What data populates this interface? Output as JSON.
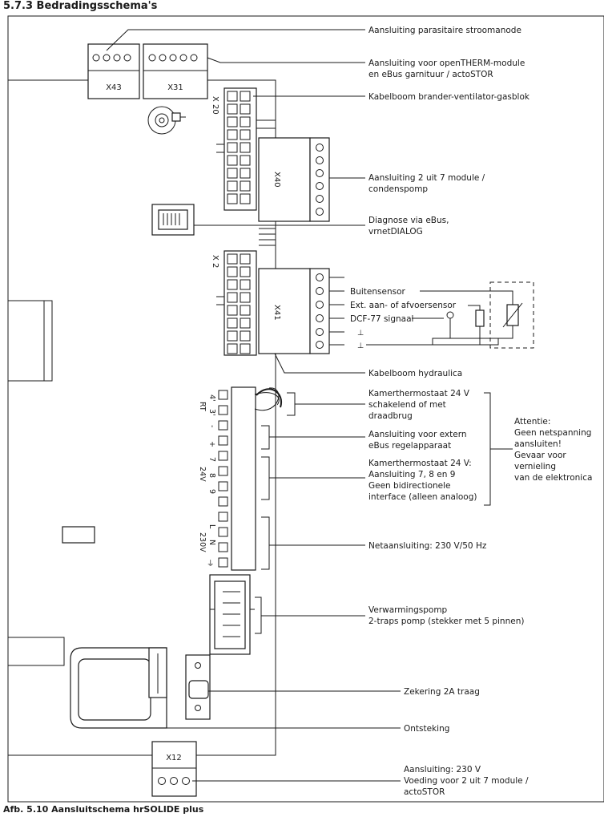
{
  "header": {
    "section_title": "5.7.3 Bedradingsschema's"
  },
  "figure_caption": "Afb. 5.10 Aansluitschema hrSOLIDE plus",
  "connectors": {
    "x43": "X43",
    "x31": "X31",
    "x20": "X 20",
    "x40": "X40",
    "x2": "X 2",
    "x41": "X41",
    "x12": "X12"
  },
  "labels": {
    "stroomanode": "Aansluiting parasitaire stroomanode",
    "opentherm_1": "Aansluiting voor openTHERM-module",
    "opentherm_2": "en eBus garnituur / actoSTOR",
    "kabelboom_brander": "Kabelboom brander-ventilator-gasblok",
    "module27_1": "Aansluiting 2 uit 7 module /",
    "module27_2": "condenspomp",
    "diagnose_1": "Diagnose via eBus,",
    "diagnose_2": "vrnetDIALOG",
    "buitensensor": "Buitensensor",
    "ext_sensor": "Ext. aan- of afvoersensor",
    "dcf77": "DCF-77 signaal",
    "kabelboom_hydraulica": "Kabelboom hydraulica",
    "kamerthermo24_1": "Kamerthermostaat 24 V",
    "kamerthermo24_2": "schakelend of met",
    "kamerthermo24_3": "draadbrug",
    "ebus_1": "Aansluiting voor extern",
    "ebus_2": "eBus regelapparaat",
    "kamerthermo789_1": "Kamerthermostaat 24 V:",
    "kamerthermo789_2": "Aansluiting 7, 8 en 9",
    "kamerthermo789_3": "Geen bidirectionele",
    "kamerthermo789_4": "interface (alleen analoog)",
    "attentie_1": "Attentie:",
    "attentie_2": "Geen netspanning",
    "attentie_3": "aansluiten!",
    "attentie_4": "Gevaar voor",
    "attentie_5": "vernieling",
    "attentie_6": "van de elektronica",
    "netaansluiting": "Netaansluiting: 230 V/50 Hz",
    "pomp_1": "Verwarmingspomp",
    "pomp_2": "2-traps pomp (stekker met 5 pinnen)",
    "zekering": "Zekering 2A traag",
    "ontsteking": "Ontsteking",
    "aansl230_1": "Aansluiting: 230 V",
    "aansl230_2": "Voeding voor 2 uit 7 module /",
    "aansl230_3": "actoSTOR"
  },
  "terminal_labels": {
    "t4": "4'",
    "t3": "3'",
    "rt": "RT",
    "minus": "-",
    "plus": "+",
    "t7": "7",
    "t8": "8",
    "t9": "9",
    "v24": "24V",
    "l": "L",
    "n": "N",
    "v230": "230V",
    "earth": "⏚"
  }
}
